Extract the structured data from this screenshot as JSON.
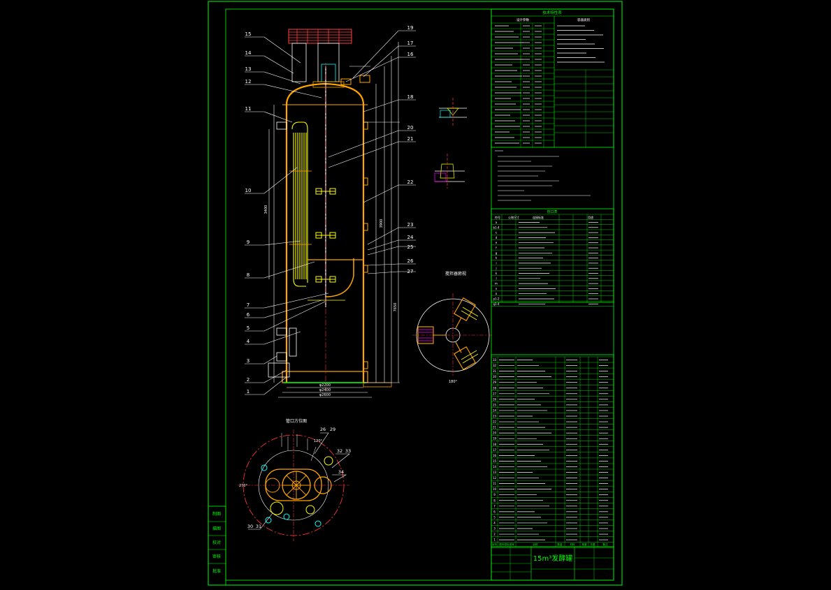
{
  "drawing": {
    "title_block_title": "15m³发酵罐",
    "section_top_view": "管口方位图",
    "section_agitator": "搅拌器俯视",
    "colors": {
      "background": "#000000",
      "frame": "#00ff00",
      "vessel": "#ffa500",
      "coil": "#ffff00",
      "dimension": "#ffffff",
      "leader": "#ffffff",
      "axis": "#ff3333",
      "cyan": "#00ffff",
      "magenta": "#ff00ff",
      "motor": "#ff4040"
    }
  },
  "part_labels_left": [
    "15",
    "14",
    "13",
    "12",
    "11",
    "10",
    "9",
    "8",
    "7",
    "6",
    "5",
    "4",
    "3",
    "2",
    "1"
  ],
  "part_labels_right": [
    "19",
    "17",
    "16",
    "18",
    "20",
    "21",
    "22",
    "23",
    "24",
    "25",
    "26",
    "27"
  ],
  "top_view_labels": [
    "26",
    "29",
    "32",
    "33",
    "34",
    "30",
    "31"
  ],
  "dimensions": {
    "shell_diameter": "φ2200",
    "base_width": "φ2400",
    "base_width_2": "φ2600",
    "shell_height": "3900",
    "coil_height": "3400",
    "total_height": "7650",
    "angle_label_a": "120°",
    "angle_label_b": "180°",
    "angle_label_c": "270°"
  },
  "sidebar_labels": [
    "制图",
    "描图",
    "校对",
    "审核",
    "批准"
  ],
  "design_table_header": [
    "技术特性表",
    "设计参数",
    "容器类别"
  ],
  "nozzle_table_header": [
    "管口表",
    "符号",
    "公称尺寸",
    "连接标准",
    "用途"
  ],
  "nozzle_symbols": [
    "a",
    "b1-4",
    "c",
    "d",
    "e",
    "f",
    "g",
    "h",
    "i",
    "j",
    "k",
    "l",
    "m",
    "n",
    "o",
    "p1-2",
    "q1-4"
  ],
  "bom_header": [
    "序号",
    "图号或标准号",
    "名称",
    "数量",
    "材料",
    "单重",
    "总重",
    "备注"
  ],
  "bom_rows": [
    "33",
    "32",
    "31",
    "30",
    "29",
    "28",
    "27",
    "26",
    "25",
    "24",
    "23",
    "22",
    "21",
    "20",
    "19",
    "18",
    "17",
    "16",
    "15",
    "14",
    "13",
    "12",
    "11",
    "10",
    "9",
    "8",
    "7",
    "6",
    "5",
    "4",
    "3",
    "2",
    "1"
  ]
}
